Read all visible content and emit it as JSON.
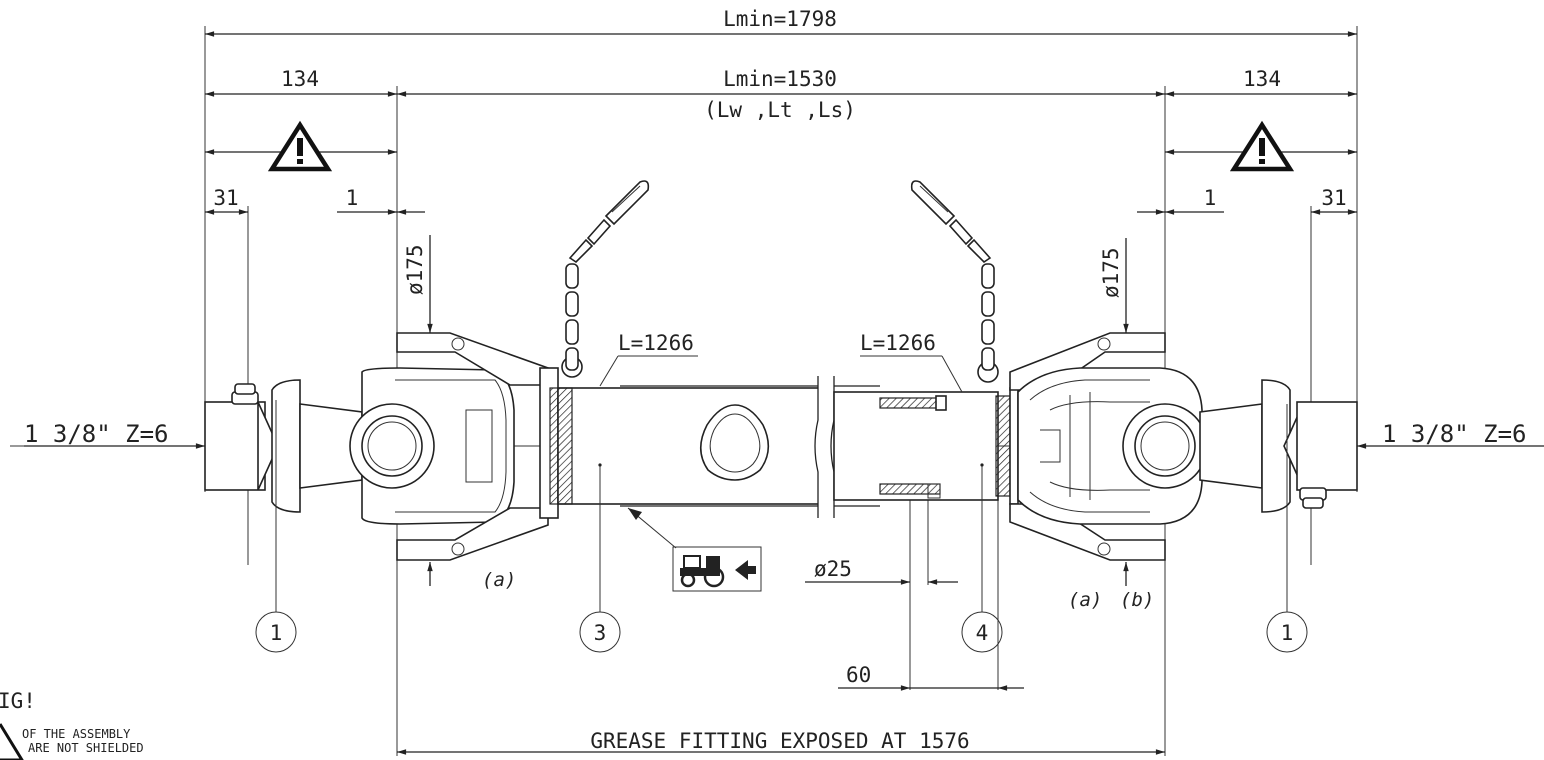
{
  "dimensions": {
    "overall_length": "Lmin=1798",
    "inner_length": "Lmin=1530",
    "length_types": "(Lw ,Lt ,Ls)",
    "left_end_length": "134",
    "right_end_length": "134",
    "left_offset": "31",
    "right_offset": "31",
    "left_gap": "1",
    "right_gap": "1",
    "left_diameter": "ø175",
    "right_diameter": "ø175",
    "left_tube_length": "L=1266",
    "right_tube_length": "L=1266",
    "tube_diameter": "ø25",
    "overlap": "60",
    "grease_fitting": "GREASE FITTING EXPOSED AT 1576"
  },
  "spline": {
    "left": "1 3/8\" Z=6",
    "right": "1 3/8\" Z=6"
  },
  "notes": {
    "left_a": "(a)",
    "right_a": "(a)",
    "right_b": "(b)"
  },
  "callouts": {
    "left_yoke": "1",
    "inner_tube": "3",
    "outer_tube": "4",
    "right_yoke": "1"
  },
  "warning": {
    "title": "IG!",
    "line1": "OF THE ASSEMBLY",
    "line2": "ARE NOT SHIELDED"
  },
  "icons": {
    "warning": "warning-triangle-icon",
    "tractor": "tractor-direction-icon"
  },
  "colors": {
    "line": "#222222",
    "background": "#ffffff"
  }
}
